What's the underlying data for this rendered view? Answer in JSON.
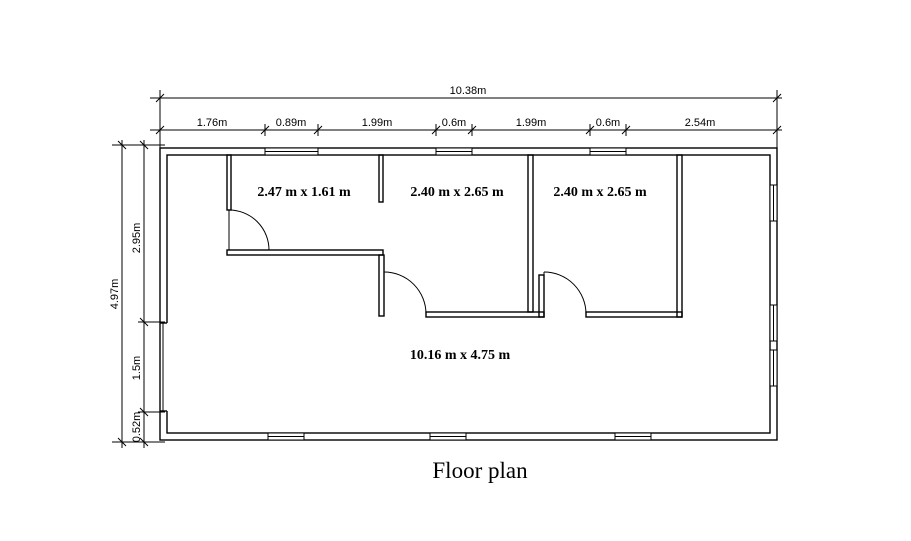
{
  "dimensions": {
    "total_width": "10.38m",
    "segments": [
      "1.76m",
      "0.89m",
      "1.99m",
      "0.6m",
      "1.99m",
      "0.6m",
      "2.54m"
    ],
    "total_height": "4.97m",
    "height_segments": [
      "2.95m",
      "1.5m",
      "0.52m"
    ]
  },
  "rooms": [
    "2.47 m x 1.61 m",
    "2.40 m x 2.65 m",
    "2.40 m x 2.65 m",
    "10.16 m x 4.75 m"
  ],
  "caption": "Floor plan"
}
